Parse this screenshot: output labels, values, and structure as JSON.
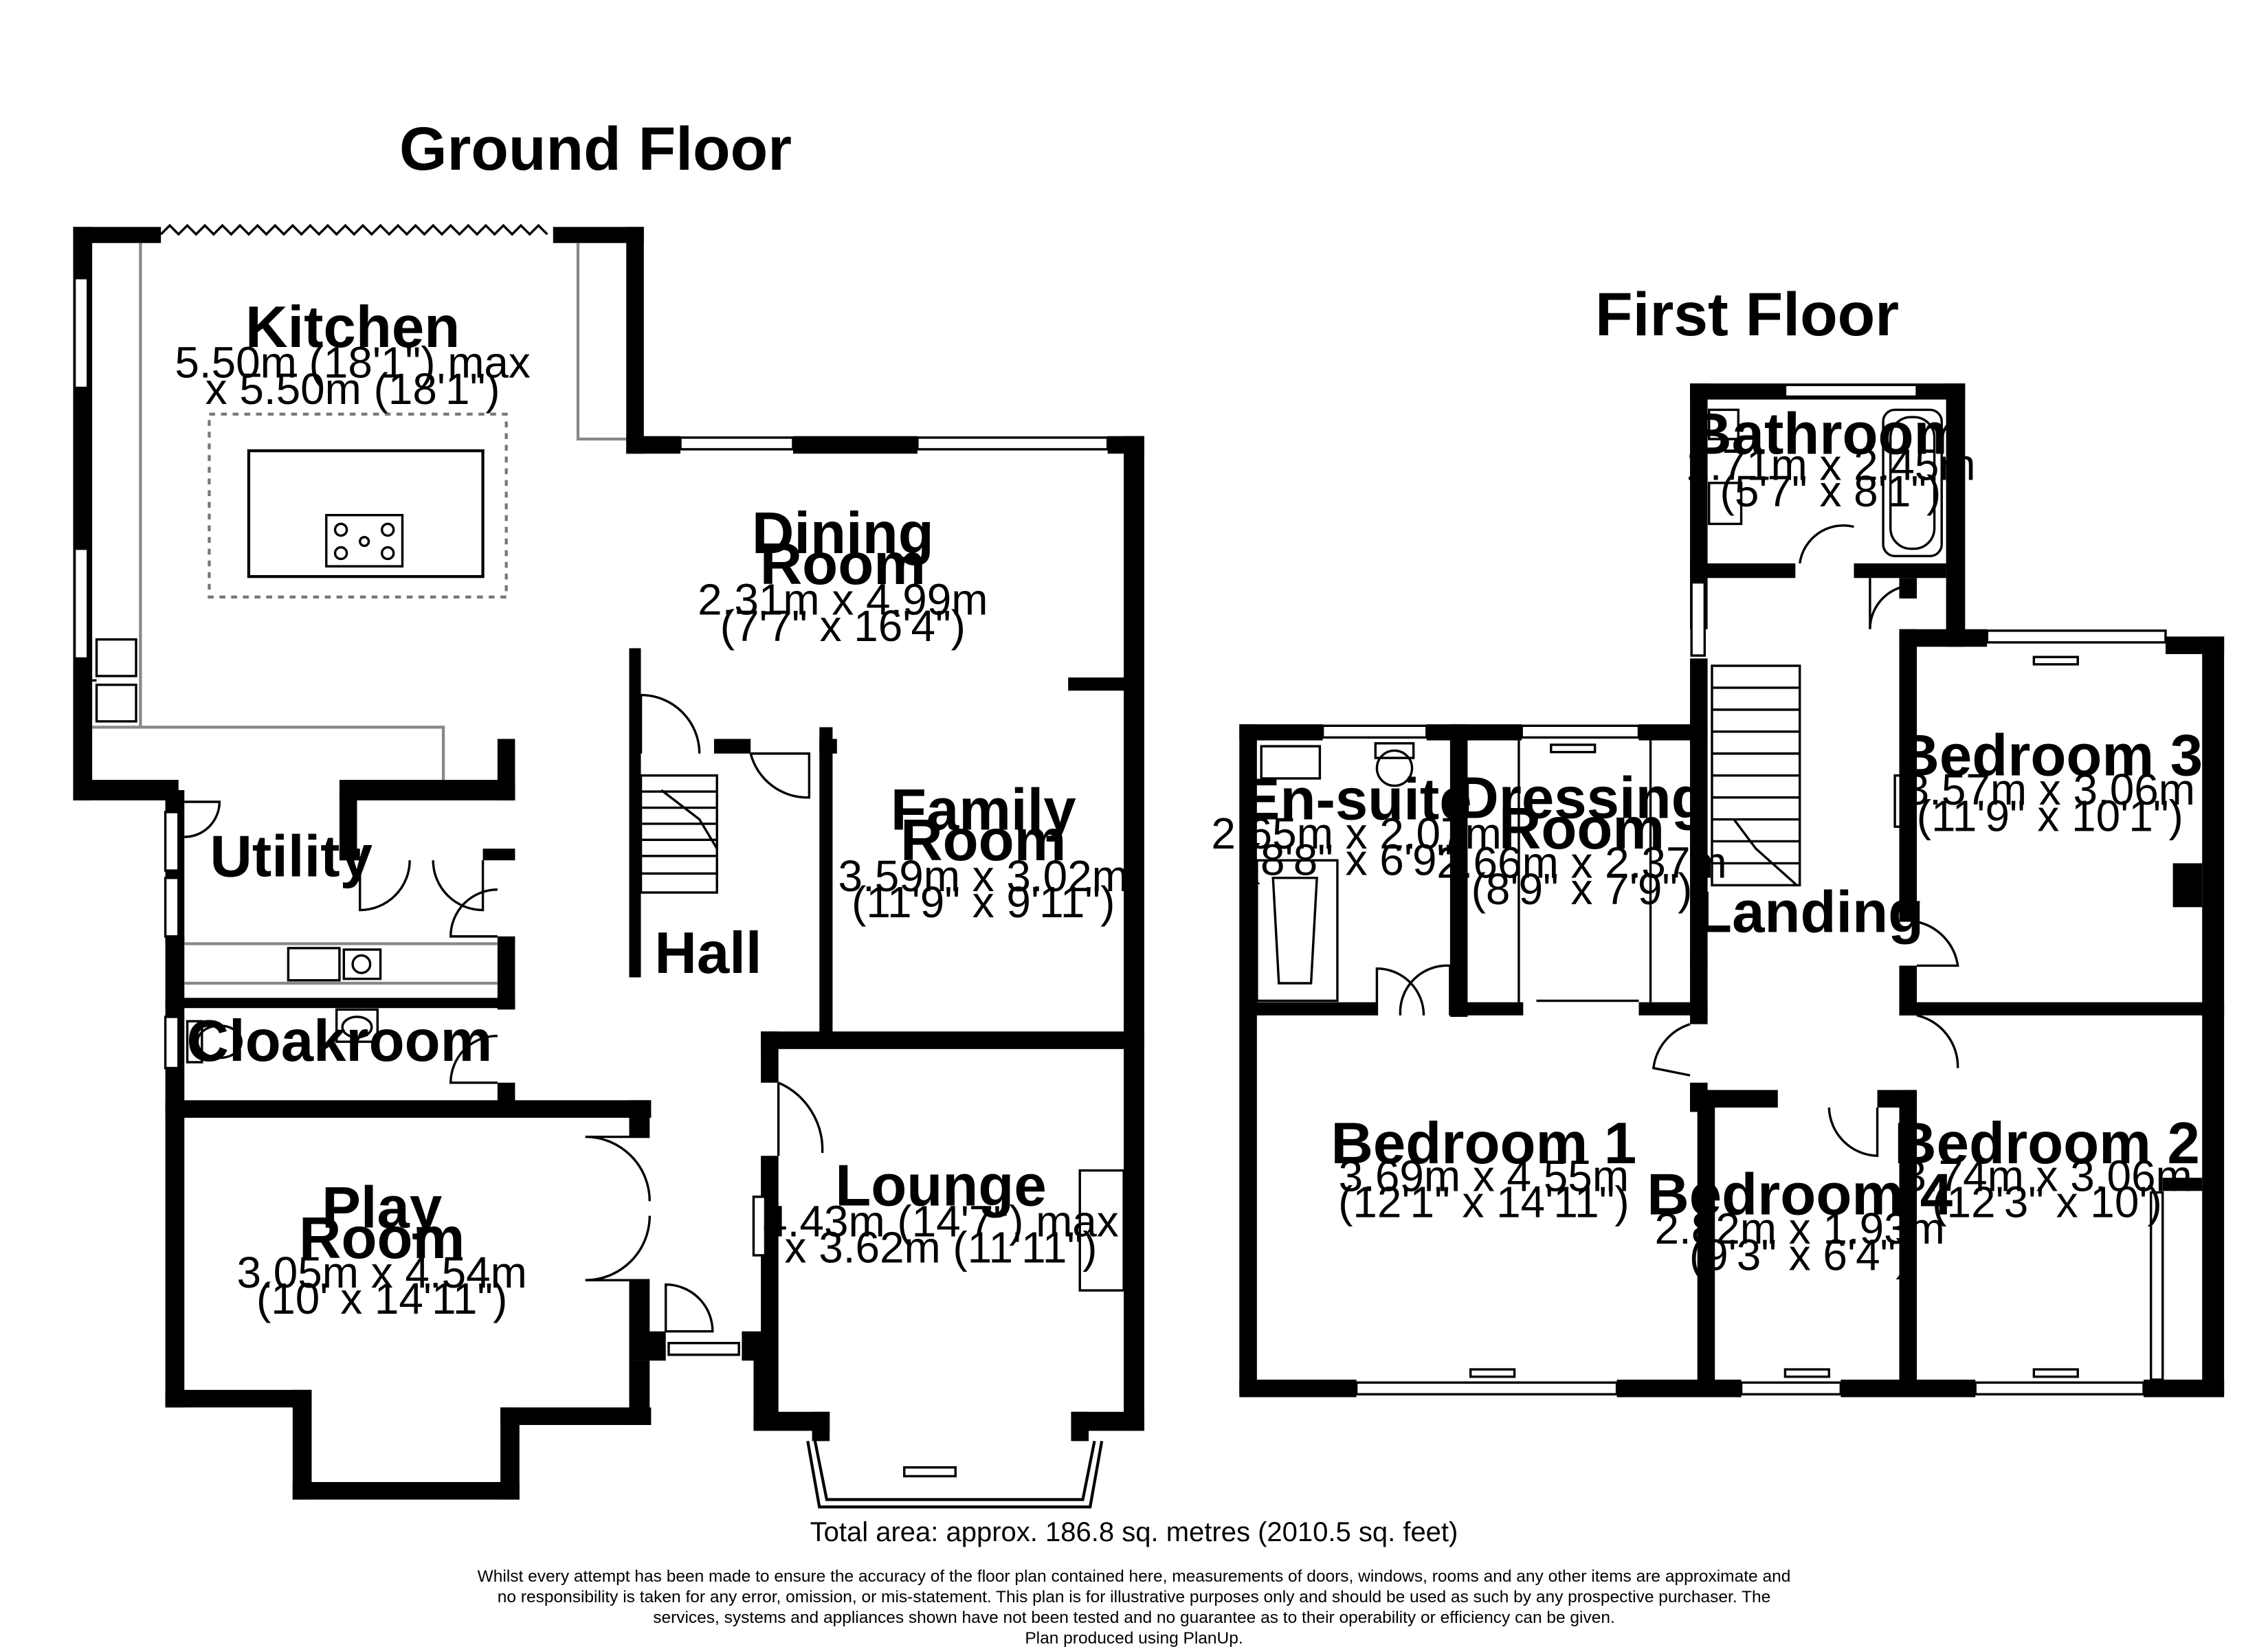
{
  "floors": {
    "ground": {
      "title": "Ground Floor",
      "rooms": {
        "kitchen": {
          "name": "Kitchen",
          "dim1": "5.50m (18'1\") max",
          "dim2": "x 5.50m (18'1\")"
        },
        "dining": {
          "name1": "Dining",
          "name2": "Room",
          "dim1": "2.31m x 4.99m",
          "dim2": "(7'7\" x 16'4\")"
        },
        "family": {
          "name1": "Family",
          "name2": "Room",
          "dim1": "3.59m x 3.02m",
          "dim2": "(11'9\" x 9'11\")"
        },
        "utility": {
          "name": "Utility"
        },
        "cloakroom": {
          "name": "Cloakroom"
        },
        "hall": {
          "name": "Hall"
        },
        "play": {
          "name1": "Play",
          "name2": "Room",
          "dim1": "3.05m x 4.54m",
          "dim2": "(10' x 14'11\")"
        },
        "lounge": {
          "name": "Lounge",
          "dim1": "4.43m (14'7\") max",
          "dim2": "x 3.62m (11'11\")"
        }
      }
    },
    "first": {
      "title": "First Floor",
      "rooms": {
        "bathroom": {
          "name": "Bathroom",
          "dim1": "1.71m x 2.45m",
          "dim2": "(5'7\" x 8'1\")"
        },
        "ensuite": {
          "name": "En-suite",
          "dim1": "2.65m x 2.07m",
          "dim2": "(8'8\" x 6'9\")"
        },
        "dressing": {
          "name1": "Dressing",
          "name2": "Room",
          "dim1": "2.66m x 2.37m",
          "dim2": "(8'9\" x 7'9\")"
        },
        "landing": {
          "name": "Landing"
        },
        "bedroom3": {
          "name": "Bedroom 3",
          "dim1": "3.57m x 3.06m",
          "dim2": "(11'9\" x 10'1\")"
        },
        "bedroom1": {
          "name": "Bedroom 1",
          "dim1": "3.69m x 4.55m",
          "dim2": "(12'1\" x 14'11\")"
        },
        "bedroom4": {
          "name": "Bedroom 4",
          "dim1": "2.82m x 1.93m",
          "dim2": "(9'3\" x 6'4\")"
        },
        "bedroom2": {
          "name": "Bedroom 2",
          "dim1": "3.74m x 3.06m",
          "dim2": "(12'3\" x 10')"
        }
      }
    }
  },
  "footer": {
    "total_area": "Total area: approx. 186.8 sq. metres (2010.5 sq. feet)",
    "disclaimer": [
      "Whilst every attempt has been made to ensure the accuracy of the floor plan contained here, measurements of doors, windows, rooms and any other items are approximate and",
      "no responsibility is taken for any error, omission, or mis-statement. This plan is for illustrative purposes only and should be used as such by any prospective purchaser. The",
      "services, systems and appliances shown have not been tested and no guarantee as to their operability or efficiency can be given.",
      "Plan produced using PlanUp."
    ]
  }
}
